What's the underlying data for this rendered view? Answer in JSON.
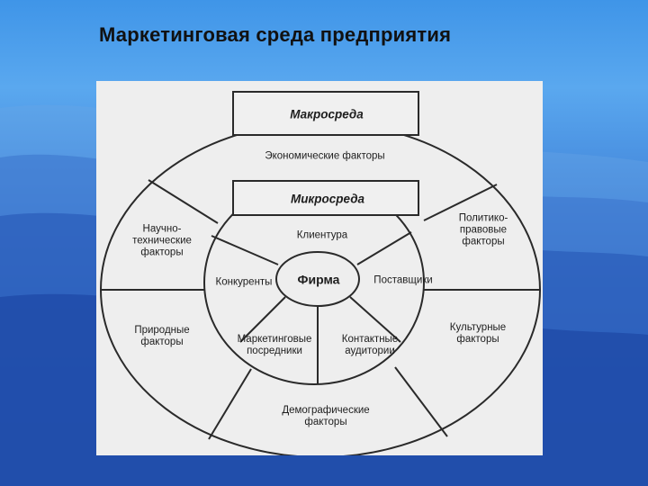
{
  "slide": {
    "title": "Маркетинговая среда предприятия"
  },
  "diagram": {
    "macro_label": "Макросреда",
    "micro_label": "Микросреда",
    "center_label": "Фирма",
    "macro_factors": {
      "economic": "Экономические факторы",
      "scientific": "Научно-\nтехнические\nфакторы",
      "political": "Политико-\nправовые\nфакторы",
      "natural": "Природные\nфакторы",
      "cultural": "Культурные\nфакторы",
      "demographic": "Демографические\nфакторы"
    },
    "micro_factors": {
      "clients": "Клиентура",
      "competitors": "Конкуренты",
      "suppliers": "Поставщики",
      "intermediaries": "Маркетинговые\nпосредники",
      "audiences": "Контактные\nаудитории"
    }
  }
}
